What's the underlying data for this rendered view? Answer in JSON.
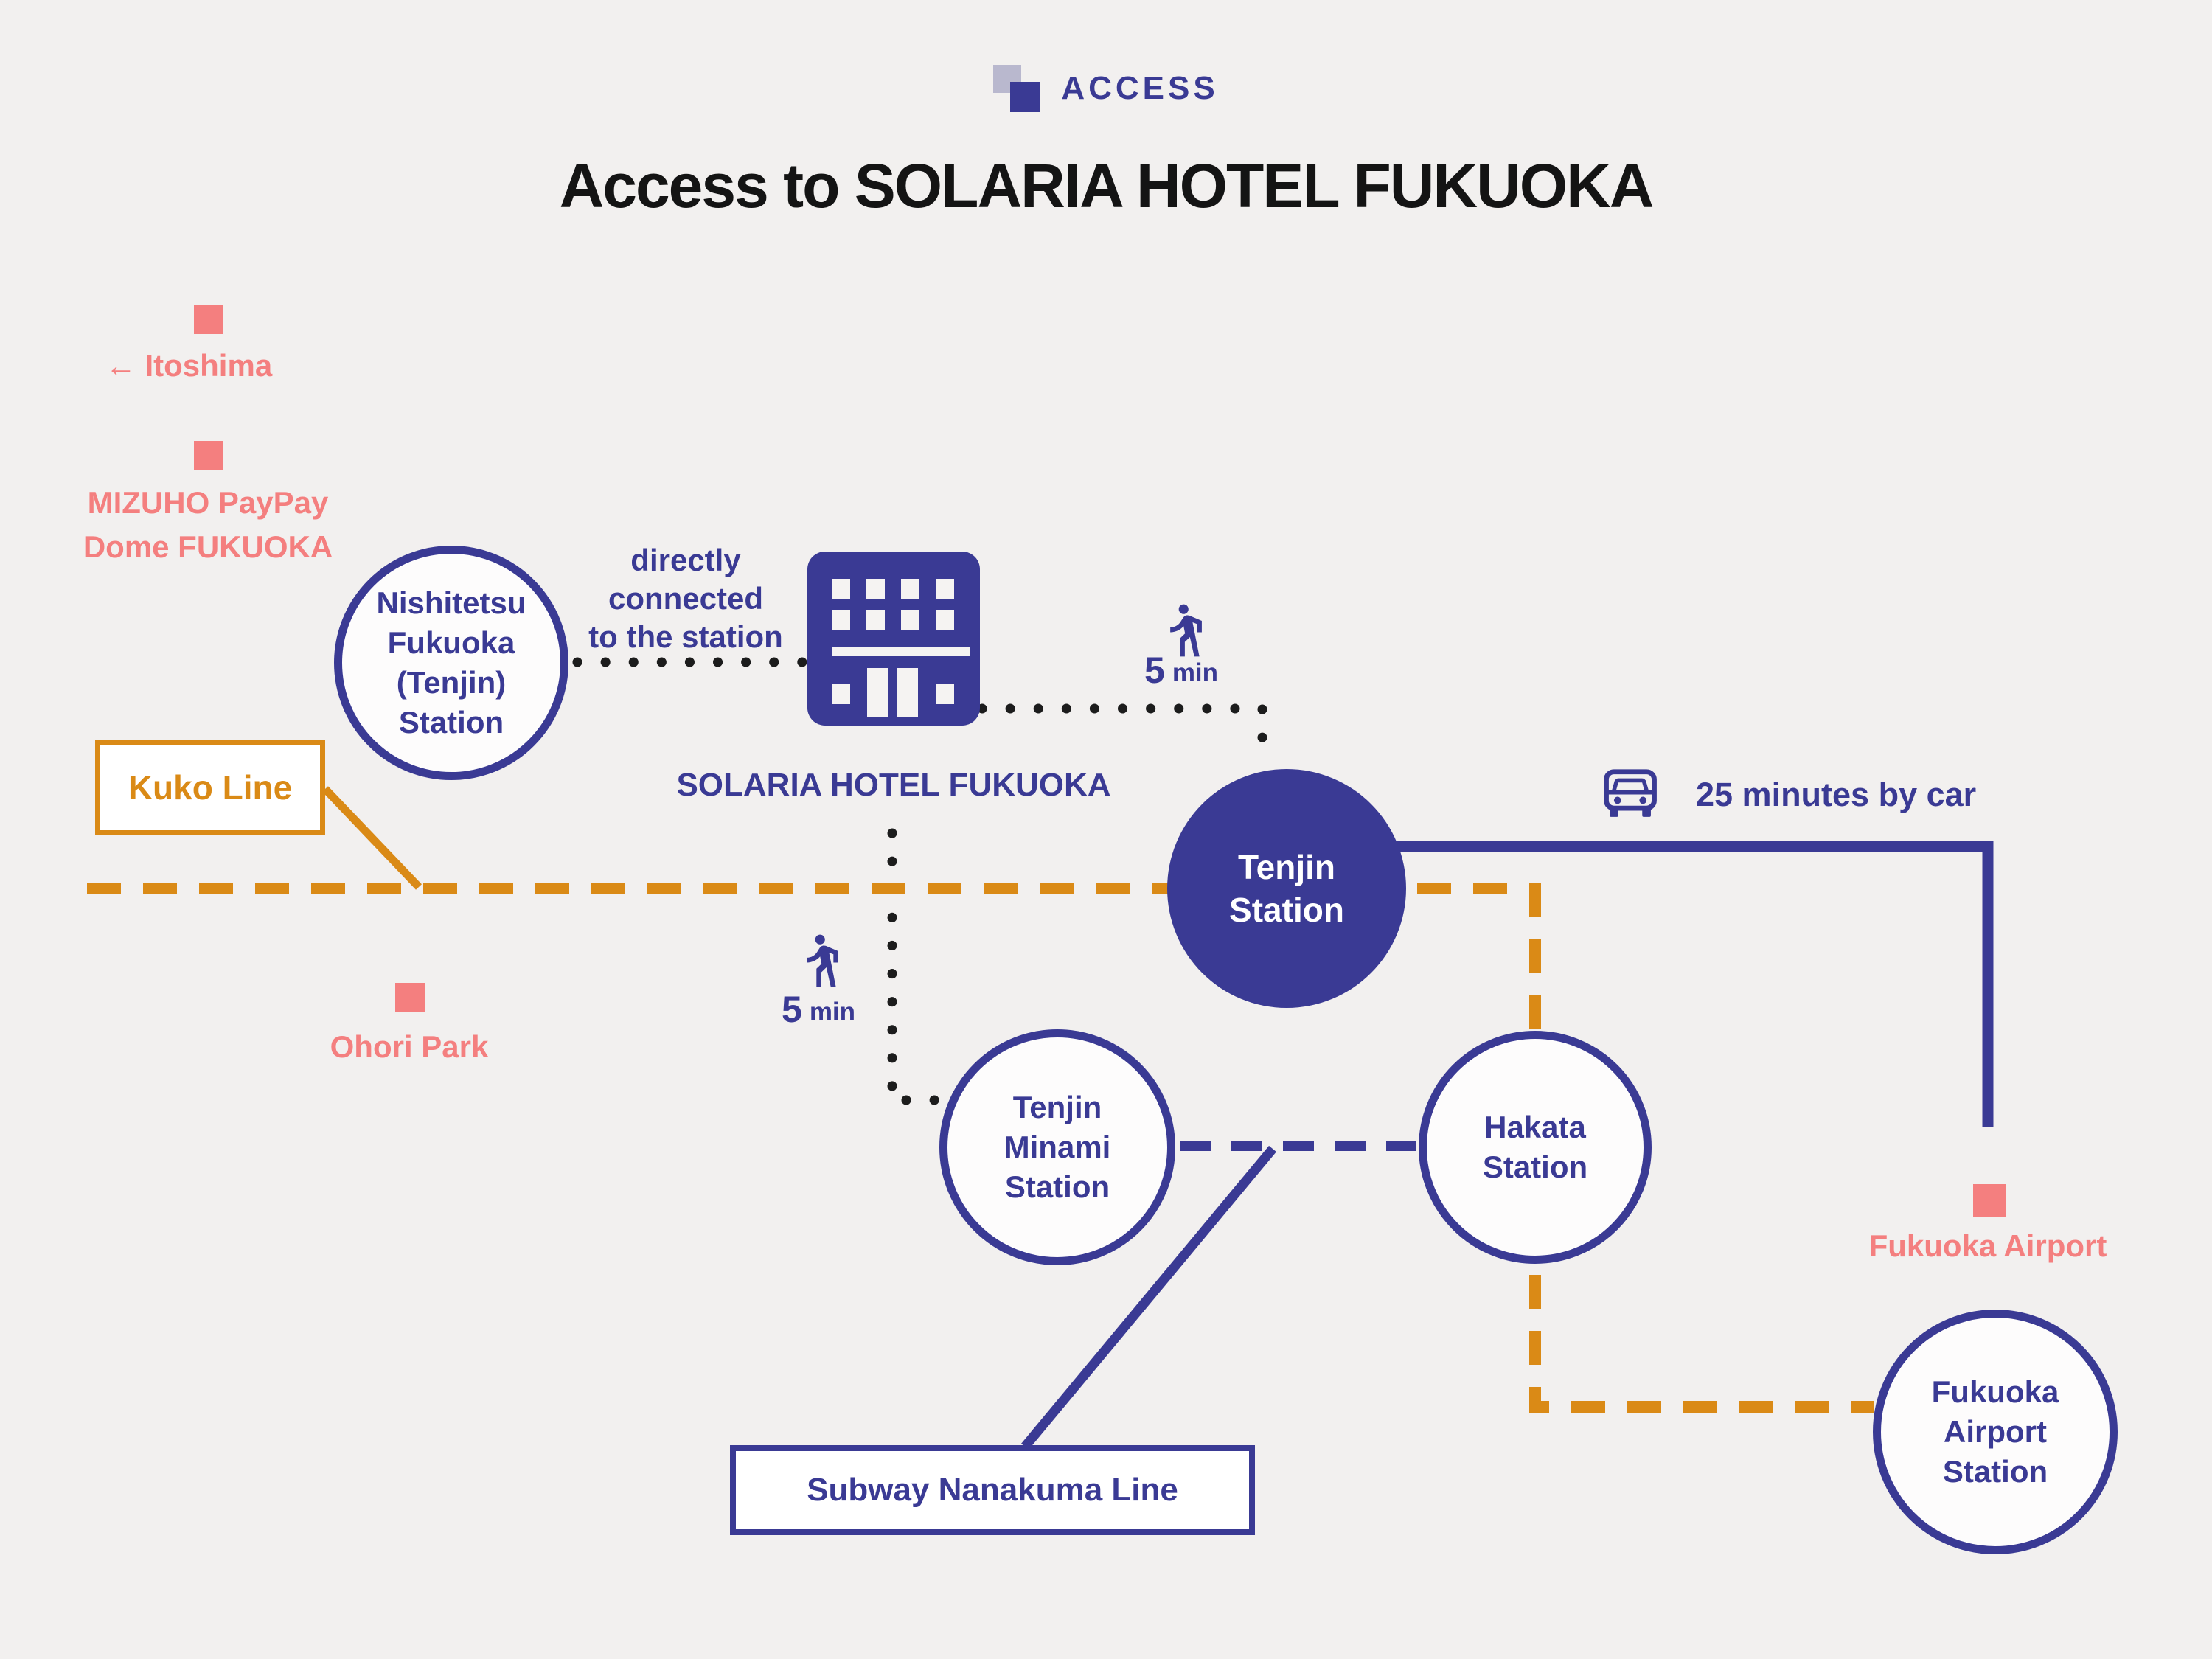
{
  "header": {
    "badge": "ACCESS",
    "title": "Access to SOLARIA HOTEL FUKUOKA"
  },
  "landmarks": {
    "itoshima": {
      "label": "← Itoshima"
    },
    "paypay_dome": {
      "line1": "MIZUHO PayPay",
      "line2": "Dome FUKUOKA"
    },
    "ohori_park": {
      "label": "Ohori Park"
    },
    "fukuoka_airport": {
      "label": "Fukuoka Airport"
    }
  },
  "stations": {
    "nishitetsu": {
      "line1": "Nishitetsu",
      "line2": "Fukuoka",
      "line3": "(Tenjin)",
      "line4": "Station"
    },
    "tenjin": {
      "line1": "Tenjin",
      "line2": "Station"
    },
    "tenjin_minami": {
      "line1": "Tenjin",
      "line2": "Minami",
      "line3": "Station"
    },
    "hakata": {
      "line1": "Hakata",
      "line2": "Station"
    },
    "fukuoka_airport_station": {
      "line1": "Fukuoka",
      "line2": "Airport",
      "line3": "Station"
    }
  },
  "hotel": {
    "name": "SOLARIA HOTEL FUKUOKA",
    "note_line1": "directly",
    "note_line2": "connected",
    "note_line3": "to the station"
  },
  "routes": {
    "kuko_line": {
      "label": "Kuko Line"
    },
    "nanakuma_line": {
      "label": "Subway Nanakuma Line"
    },
    "car": {
      "label": "25 minutes by car"
    },
    "walk_hotel_to_tenjin": {
      "value": "5",
      "unit": "min"
    },
    "walk_hotel_to_minami": {
      "value": "5",
      "unit": "min"
    }
  },
  "colors": {
    "primary_blue": "#3A3A94",
    "line_orange": "#DA8A16",
    "landmark_pink": "#F47F7F",
    "background": "#F2F0EF",
    "dotted_black": "#1C1C1C",
    "title_black": "#141414"
  }
}
